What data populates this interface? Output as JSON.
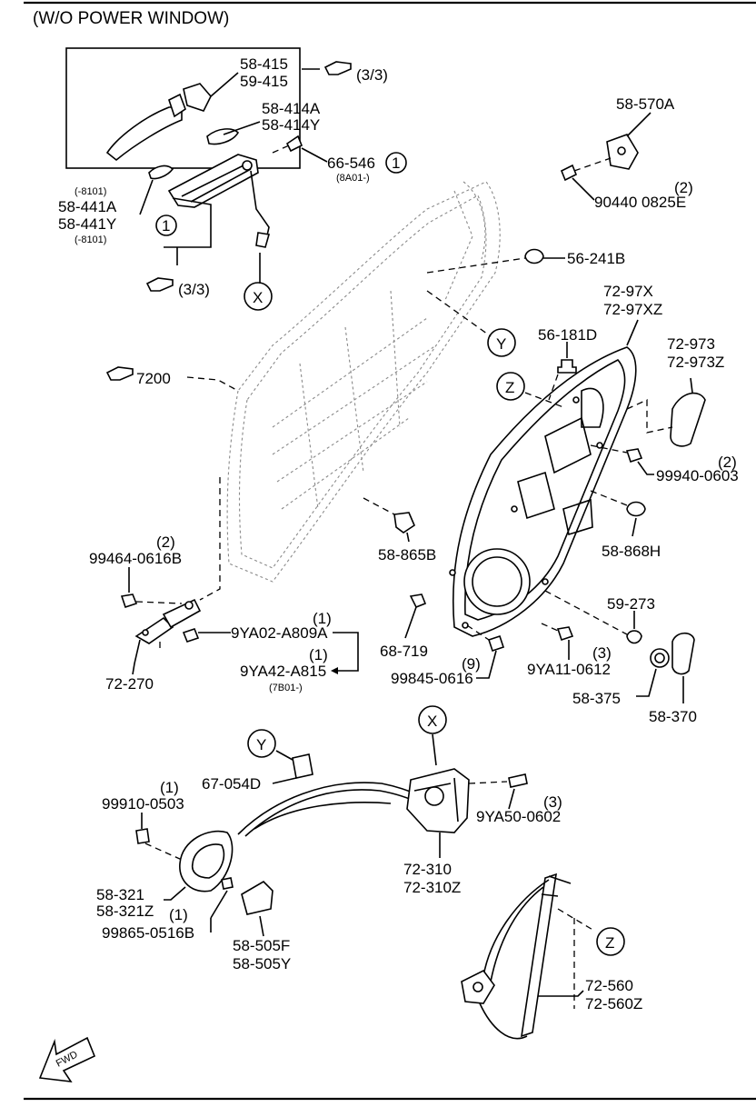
{
  "title": "(W/O POWER WINDOW)",
  "refs": {
    "r33_top": "(3/3)",
    "r33_bottom": "(3/3)",
    "r7200": "7200"
  },
  "circle_marks": {
    "c1_a": "1",
    "c1_b": "1",
    "x_top": "X",
    "x_lower": "X",
    "y_top": "Y",
    "y_lower": "Y",
    "z_top": "Z",
    "z_lower": "Z"
  },
  "labels": {
    "p58_415": "58-415",
    "p59_415": "59-415",
    "p58_414A": "58-414A",
    "p58_414Y": "58-414Y",
    "p66_546": "66-546",
    "p8A01": "(8A01-)",
    "p8101_a": "(-8101)",
    "p58_441A": "58-441A",
    "p58_441Y": "58-441Y",
    "p8101_b": "(-8101)",
    "p58_570A": "58-570A",
    "q2_a": "(2)",
    "p90440": "90440 0825E",
    "p56_241B": "56-241B",
    "p72_97X": "72-97X",
    "p72_97XZ": "72-97XZ",
    "p56_181D": "56-181D",
    "p72_973": "72-973",
    "p72_973Z": "72-973Z",
    "q2_b": "(2)",
    "p99940": "99940-0603",
    "p58_868H": "58-868H",
    "p58_865B": "58-865B",
    "q2_c": "(2)",
    "p99464": "99464-0616B",
    "q1_a": "(1)",
    "p9YA02": "9YA02-A809A",
    "q1_b": "(1)",
    "p9YA42": "9YA42-A815",
    "p7B01": "(7B01-)",
    "p72_270": "72-270",
    "p68_719": "68-719",
    "q9": "(9)",
    "p99845": "99845-0616",
    "p59_273": "59-273",
    "q3_a": "(3)",
    "p9YA11": "9YA11-0612",
    "p58_375": "58-375",
    "p58_370": "58-370",
    "p67_054D": "67-054D",
    "q1_c": "(1)",
    "p99910": "99910-0503",
    "q3_b": "(3)",
    "p9YA50": "9YA50-0602",
    "p72_310": "72-310",
    "p72_310Z": "72-310Z",
    "p58_321": "58-321",
    "p58_321Z": "58-321Z",
    "q1_d": "(1)",
    "p99865": "99865-0516B",
    "p58_505F": "58-505F",
    "p58_505Y": "58-505Y",
    "p72_560": "72-560",
    "p72_560Z": "72-560Z",
    "fwd": "FWD"
  }
}
